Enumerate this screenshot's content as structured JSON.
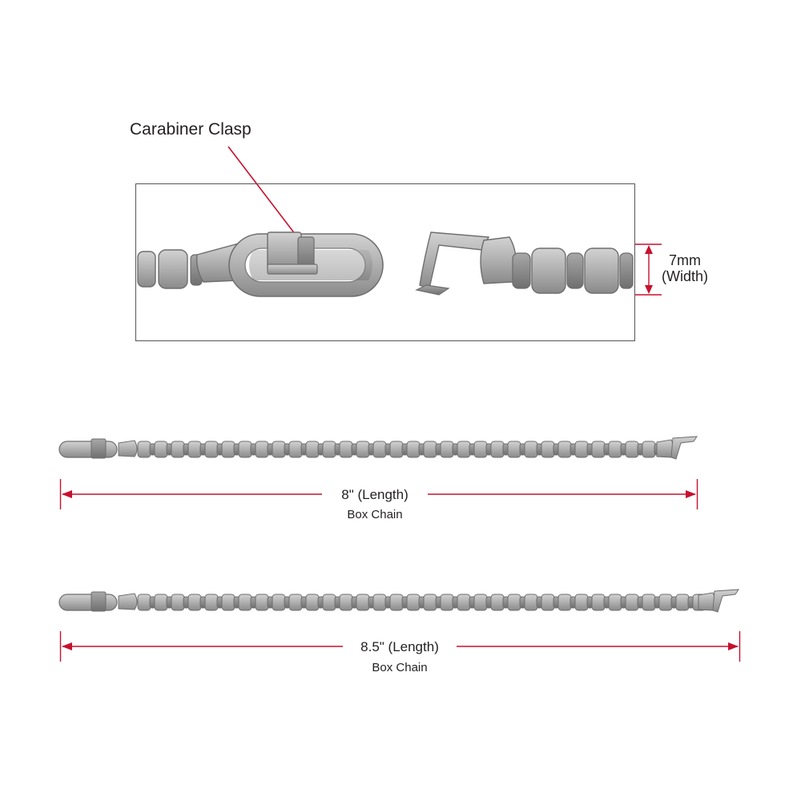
{
  "callout": {
    "label": "Carabiner Clasp"
  },
  "width_dimension": {
    "value": "7mm",
    "caption": "(Width)"
  },
  "chains": [
    {
      "length_label": "8\" (Length)",
      "type_label": "Box Chain"
    },
    {
      "length_label": "8.5\" (Length)",
      "type_label": "Box Chain"
    }
  ],
  "colors": {
    "dimension_line": "#c8102e",
    "metal_fill": "#a9a9a9",
    "metal_stroke": "#6e6e6e",
    "frame": "#555555",
    "text": "#231f20"
  }
}
